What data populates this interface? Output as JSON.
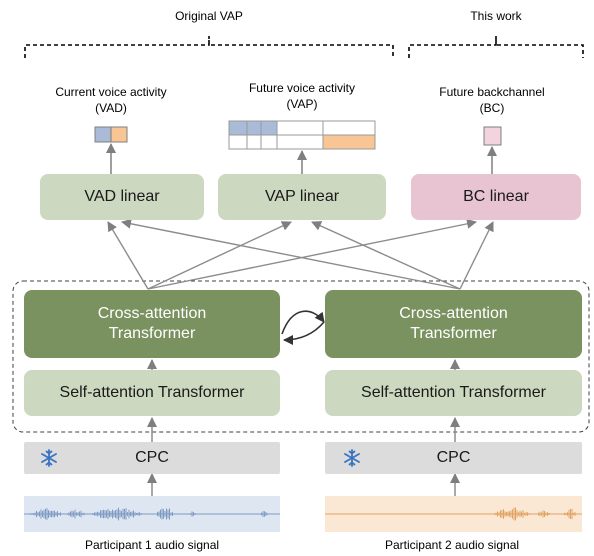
{
  "brackets": {
    "left": "Original VAP",
    "right": "This work"
  },
  "outputs": {
    "vad": {
      "line1": "Current voice activity",
      "line2": "(VAD)"
    },
    "vap": {
      "line1": "Future voice activity",
      "line2": "(VAP)"
    },
    "bc": {
      "line1": "Future backchannel",
      "line2": "(BC)"
    }
  },
  "heads": {
    "vad": "VAD linear",
    "vap": "VAP linear",
    "bc": "BC linear"
  },
  "transformers": {
    "cross_line1": "Cross-attention",
    "cross_line2": "Transformer",
    "self": "Self-attention Transformer"
  },
  "encoder": {
    "label": "CPC",
    "frozen_icon": "snowflake-icon"
  },
  "inputs": {
    "p1": "Participant 1 audio signal",
    "p2": "Participant 2 audio signal"
  },
  "colors": {
    "linear": "#ccd8c0",
    "bc_linear": "#e8c3d1",
    "cross": "#7a9160",
    "cpc": "#dcdcdc",
    "speaker1": "#a9bbd6",
    "speaker2": "#f8c594",
    "wave1_bg": "#dde6f1",
    "wave2_bg": "#fbe8d4",
    "snowflake": "#3b73c4"
  }
}
